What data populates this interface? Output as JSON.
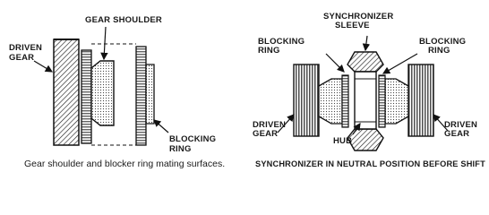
{
  "left_diagram": {
    "labels": {
      "driven_gear_1": "DRIVEN",
      "driven_gear_2": "GEAR",
      "gear_shoulder": "GEAR SHOULDER",
      "blocking_ring_1": "BLOCKING",
      "blocking_ring_2": "RING"
    },
    "caption": "Gear shoulder and blocker ring mating surfaces."
  },
  "right_diagram": {
    "labels": {
      "synchronizer_1": "SYNCHRONIZER",
      "synchronizer_2": "SLEEVE",
      "blocking_left_1": "BLOCKING",
      "blocking_left_2": "RING",
      "blocking_right_1": "BLOCKING",
      "blocking_right_2": "RING",
      "driven_left_1": "DRIVEN",
      "driven_left_2": "GEAR",
      "driven_right_1": "DRIVEN",
      "driven_right_2": "GEAR",
      "hub": "HUB"
    },
    "caption": "SYNCHRONIZER IN NEUTRAL POSITION BEFORE SHIFT"
  }
}
